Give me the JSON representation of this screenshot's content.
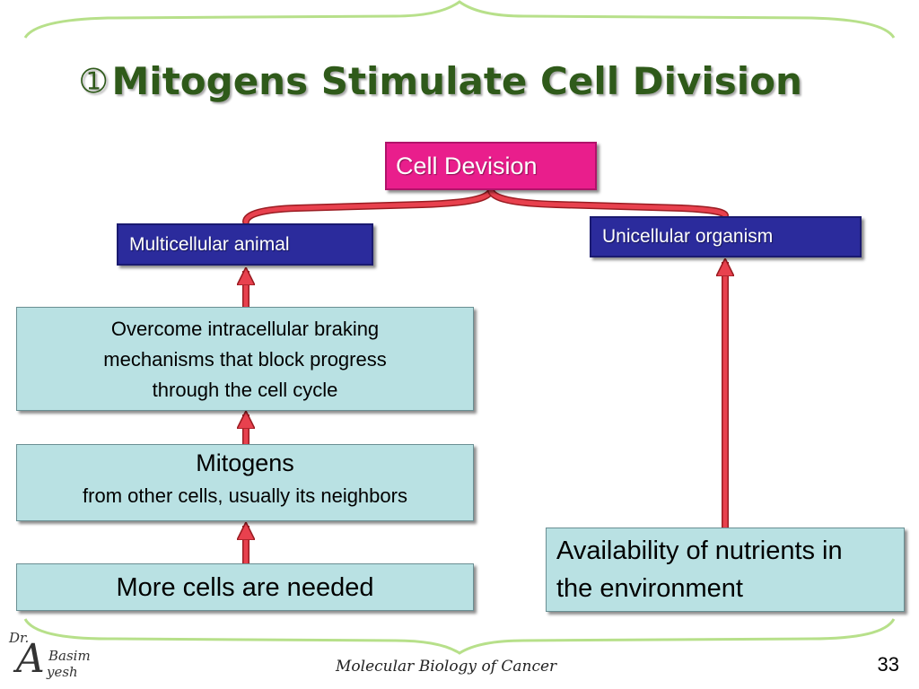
{
  "slide": {
    "title_number": "➀",
    "title": "Mitogens Stimulate Cell Division",
    "footer": "Molecular Biology of Cancer",
    "page_number": "33",
    "logo": {
      "prefix": "Dr.",
      "initial": "A",
      "line1": "Basim",
      "line2": "yesh"
    }
  },
  "diagram": {
    "root": "Cell Devision",
    "multicellular": "Multicellular animal",
    "unicellular": "Unicellular organism",
    "overcome": [
      "Overcome intracellular braking",
      "mechanisms that block progress",
      "through the cell cycle"
    ],
    "mitogens": {
      "heading": "Mitogens",
      "subtext": "from other cells, usually its neighbors"
    },
    "more_cells": "More cells are needed",
    "nutrients": [
      "Availability of nutrients in",
      "the environment"
    ]
  },
  "colors": {
    "title": "#2f5a1a",
    "root_fill": "#e91e8c",
    "category_fill": "#2b2b9c",
    "step_fill": "#b9e1e3",
    "arrow": "#e8414e",
    "frame": "#b7e08a"
  }
}
